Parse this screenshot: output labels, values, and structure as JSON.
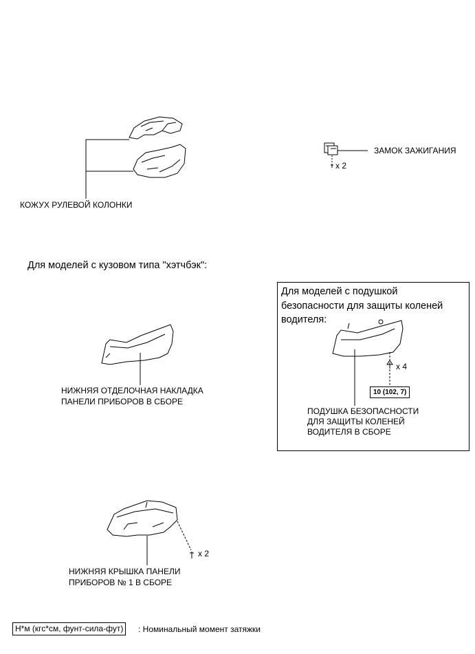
{
  "labels": {
    "steering_cover": "КОЖУХ РУЛЕВОЙ КОЛОНКИ",
    "ignition_lock": "ЗАМОК ЗАЖИГАНИЯ",
    "ignition_qty": "x 2",
    "hatchback_heading": "Для моделей с кузовом типа \"хэтчбэк\":",
    "lower_trim_line1": "НИЖНЯЯ ОТДЕЛОЧНАЯ НАКЛАДКА",
    "lower_trim_line2": "ПАНЕЛИ ПРИБОРОВ В СБОРЕ",
    "knee_box_line1": "Для моделей с подушкой",
    "knee_box_line2": "безопасности для защиты коленей",
    "knee_box_line3": "водителя:",
    "knee_qty": "x 4",
    "knee_torque": "10 (102, 7)",
    "knee_label_line1": "ПОДУШКА БЕЗОПАСНОСТИ",
    "knee_label_line2": "ДЛЯ ЗАЩИТЫ КОЛЕНЕЙ",
    "knee_label_line3": "ВОДИТЕЛЯ В СБОРЕ",
    "lower_cover_qty": "x 2",
    "lower_cover_line1": "НИЖНЯЯ КРЫШКА ПАНЕЛИ",
    "lower_cover_line2": "ПРИБОРОВ № 1 В СБОРЕ"
  },
  "legend": {
    "unit": "Н*м (кгс*см, фунт-сила-фут)",
    "description": ": Номинальный момент затяжки"
  }
}
